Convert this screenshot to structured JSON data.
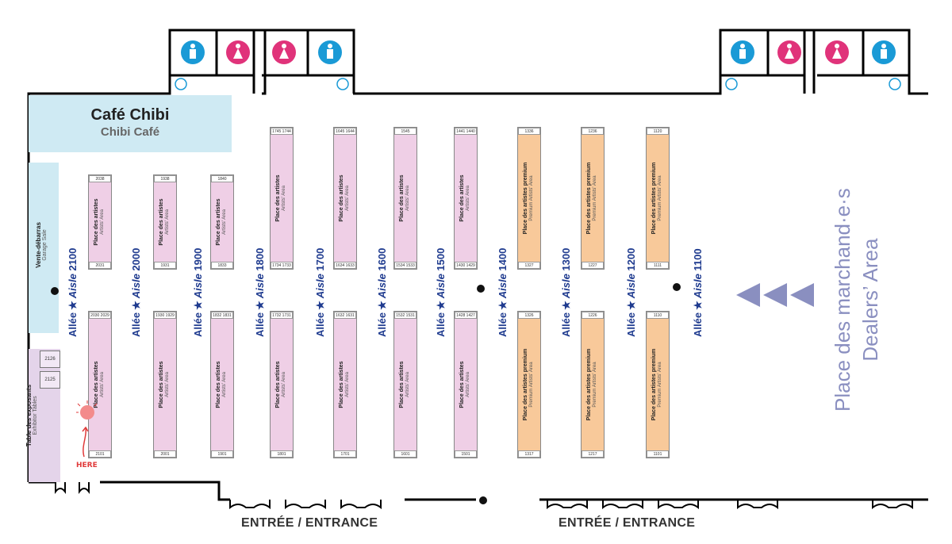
{
  "cafe": {
    "title": "Café Chibi",
    "subtitle": "Chibi Café"
  },
  "garage_sale": {
    "title": "Vente-débarras",
    "subtitle": "Garage Sale"
  },
  "exhibitor_table": {
    "title": "Table des exposants",
    "subtitle": "Exhibitor Tables",
    "squares": [
      "2126",
      "2125"
    ]
  },
  "areas": {
    "artists": {
      "fr": "Place des artistes",
      "en": "Artists' Area"
    },
    "premium": {
      "fr": "Place des artistes premium",
      "en": "Premium Artists' Area"
    }
  },
  "aisle_word_fr": "Allée",
  "aisle_word_en": "Aisle",
  "aisles": [
    "2100",
    "2000",
    "1900",
    "1800",
    "1700",
    "1600",
    "1500",
    "1400",
    "1300",
    "1200",
    "1100"
  ],
  "blocks_top": [
    {
      "top": "2038",
      "bottom": "2031",
      "type": "pink"
    },
    {
      "top": "1938",
      "bottom": "1931",
      "type": "pink"
    },
    {
      "top": "1840",
      "bottom": "1833",
      "type": "pink"
    },
    {
      "top": "1745 1744",
      "bottom": "1734 1733",
      "type": "pink"
    },
    {
      "top": "1645 1644",
      "bottom": "1634 1633",
      "type": "pink"
    },
    {
      "top": "1545",
      "bottom": "1534 1533",
      "type": "pink"
    },
    {
      "top": "1441 1440",
      "bottom": "1430 1429",
      "type": "pink"
    },
    {
      "top": "1336",
      "bottom": "1327",
      "type": "orange"
    },
    {
      "top": "1236",
      "bottom": "1227",
      "type": "orange"
    },
    {
      "top": "1120",
      "bottom": "1111",
      "type": "orange"
    }
  ],
  "blocks_bottom": [
    {
      "top": "2030 2029",
      "bottom": "2101",
      "type": "pink"
    },
    {
      "top": "1930 1929",
      "bottom": "2001",
      "type": "pink"
    },
    {
      "top": "1832 1831",
      "bottom": "1901",
      "type": "pink"
    },
    {
      "top": "1732 1731",
      "bottom": "1801",
      "type": "pink"
    },
    {
      "top": "1632 1631",
      "bottom": "1701",
      "type": "pink"
    },
    {
      "top": "1532 1531",
      "bottom": "1601",
      "type": "pink"
    },
    {
      "top": "1428 1427",
      "bottom": "1501",
      "type": "pink"
    },
    {
      "top": "1326",
      "bottom": "1317",
      "type": "orange"
    },
    {
      "top": "1226",
      "bottom": "1217",
      "type": "orange"
    },
    {
      "top": "1110",
      "bottom": "1101",
      "type": "orange"
    }
  ],
  "entrances": [
    "ENTRÉE / ENTRANCE",
    "ENTRÉE / ENTRANCE"
  ],
  "dealers": {
    "fr": "Place des marchand·e·s",
    "en": "Dealers’ Area"
  },
  "here_mark": "HERE",
  "colors": {
    "wall": "#000000",
    "cafe": "#cfeaf3",
    "artists": "#efcfe6",
    "premium": "#f8c99a",
    "aisle": "#1f3b8f",
    "men": "#1a9ad6",
    "women": "#e0337a",
    "dealers": "#8a8fc0",
    "here": "#e03a3a"
  },
  "icons": [
    "men-restroom-icon",
    "women-restroom-icon",
    "water-fountain-icon",
    "direction-arrow-icon"
  ]
}
